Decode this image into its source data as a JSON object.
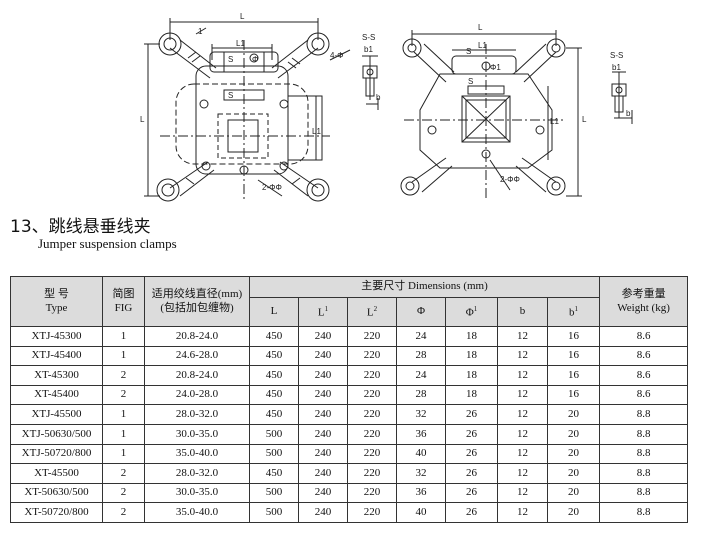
{
  "drawing": {
    "labels": {
      "left_L_top": "L",
      "left_L1": "L1",
      "left_S_top": "S",
      "left_S_mid": "S",
      "left_phi": "Φ",
      "left_L_side": "L",
      "left_L1_side": "L1",
      "left_hole_top": "4-Φ",
      "left_hole_bottom": "2-ΦΦ",
      "left_section_title": "S-S",
      "left_section_b1": "b1",
      "left_section_b": "b",
      "right_L_top": "L",
      "right_L1": "L1",
      "right_S_top": "S",
      "right_S_mid": "S",
      "right_phi1": "Φ1",
      "right_L_side": "L",
      "right_L1_side": "L1",
      "right_hole": "2-ΦΦ",
      "right_section_title": "S-S",
      "right_section_b1": "b1",
      "right_section_b": "b",
      "fig1_num": "1"
    }
  },
  "heading": {
    "title": "13、跳线悬垂线夹",
    "subtitle": "Jumper suspension clamps"
  },
  "table": {
    "headers": {
      "type_cn": "型 号",
      "type_en": "Type",
      "fig_cn": "简图",
      "fig_en": "FIG",
      "dia_cn": "适用绞线直径(mm)",
      "dia_cn2": "(包括加包缠物)",
      "dims": "主要尺寸 Dimensions (mm)",
      "L": "L",
      "L1_base": "L",
      "L1_sup": "1",
      "L2_base": "L",
      "L2_sup": "2",
      "phi": "Φ",
      "phi1_base": "Φ",
      "phi1_sup": "1",
      "b": "b",
      "b1_base": "b",
      "b1_sup": "1",
      "weight_cn": "参考重量",
      "weight_en": "Weight (kg)"
    },
    "rows": [
      {
        "type": "XTJ-45300",
        "fig": "1",
        "dia": "20.8-24.0",
        "L": "450",
        "L1": "240",
        "L2": "220",
        "phi": "24",
        "phi1": "18",
        "b": "12",
        "b1": "16",
        "weight": "8.6"
      },
      {
        "type": "XTJ-45400",
        "fig": "1",
        "dia": "24.6-28.0",
        "L": "450",
        "L1": "240",
        "L2": "220",
        "phi": "28",
        "phi1": "18",
        "b": "12",
        "b1": "16",
        "weight": "8.6"
      },
      {
        "type": "XT-45300",
        "fig": "2",
        "dia": "20.8-24.0",
        "L": "450",
        "L1": "240",
        "L2": "220",
        "phi": "24",
        "phi1": "18",
        "b": "12",
        "b1": "16",
        "weight": "8.6"
      },
      {
        "type": "XT-45400",
        "fig": "2",
        "dia": "24.0-28.0",
        "L": "450",
        "L1": "240",
        "L2": "220",
        "phi": "28",
        "phi1": "18",
        "b": "12",
        "b1": "16",
        "weight": "8.6"
      },
      {
        "type": "XTJ-45500",
        "fig": "1",
        "dia": "28.0-32.0",
        "L": "450",
        "L1": "240",
        "L2": "220",
        "phi": "32",
        "phi1": "26",
        "b": "12",
        "b1": "20",
        "weight": "8.8"
      },
      {
        "type": "XTJ-50630/500",
        "fig": "1",
        "dia": "30.0-35.0",
        "L": "500",
        "L1": "240",
        "L2": "220",
        "phi": "36",
        "phi1": "26",
        "b": "12",
        "b1": "20",
        "weight": "8.8"
      },
      {
        "type": "XTJ-50720/800",
        "fig": "1",
        "dia": "35.0-40.0",
        "L": "500",
        "L1": "240",
        "L2": "220",
        "phi": "40",
        "phi1": "26",
        "b": "12",
        "b1": "20",
        "weight": "8.8"
      },
      {
        "type": "XT-45500",
        "fig": "2",
        "dia": "28.0-32.0",
        "L": "450",
        "L1": "240",
        "L2": "220",
        "phi": "32",
        "phi1": "26",
        "b": "12",
        "b1": "20",
        "weight": "8.8"
      },
      {
        "type": "XT-50630/500",
        "fig": "2",
        "dia": "30.0-35.0",
        "L": "500",
        "L1": "240",
        "L2": "220",
        "phi": "36",
        "phi1": "26",
        "b": "12",
        "b1": "20",
        "weight": "8.8"
      },
      {
        "type": "XT-50720/800",
        "fig": "2",
        "dia": "35.0-40.0",
        "L": "500",
        "L1": "240",
        "L2": "220",
        "phi": "40",
        "phi1": "26",
        "b": "12",
        "b1": "20",
        "weight": "8.8"
      }
    ]
  }
}
